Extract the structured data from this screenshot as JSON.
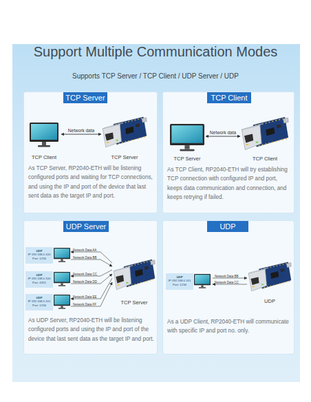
{
  "diagram": {
    "title": "Support Multiple Communication Modes",
    "nodes": [
      {
        "text": [
          "TCP Server",
          "As TCP Server, RP2040-ETH will be listening configured ports and waiting for TCP connections, and using the IP and port of the device that last sent data as the target IP and port."
        ]
      },
      {
        "text": [
          "TCP Client"
        ],
        "in": 0
      },
      {
        "text": [
          "TCP Server"
        ],
        "in": 0
      },
      {
        "text": [
          "TCP Client",
          "As TCP Client, RP2040-ETH will try establishing TCP connection with configured IP and port, keeps data communication and connection, and keeps retrying if failed."
        ]
      },
      {
        "text": [
          "TCP Server"
        ],
        "in": 3
      },
      {
        "text": [
          "TCP Client"
        ],
        "in": 3
      },
      {
        "text": [
          "UDP Server",
          "As UDP Server, RP2040-ETH will be listening configured ports and using the IP and port of the device that last sent data as the target IP and port."
        ]
      },
      {
        "text": [
          "UDP",
          "IP:192.168.0.100",
          "Port: 1234"
        ],
        "in": 6
      },
      {
        "text": [
          "UDP",
          "IP:192.168.0.100",
          "Port: 4321"
        ],
        "in": 6
      },
      {
        "text": [
          "UDP",
          "IP:192.168.0.101",
          "Port: 1234"
        ],
        "in": 6
      },
      {
        "text": [
          "TCP Server"
        ],
        "in": 6
      },
      {
        "text": [
          "UDP",
          "As a UDP Client, RP2040-ETH will communicate with specific IP and port no. only."
        ]
      },
      {
        "text": [
          "UDP",
          "IP:192.168.0.101",
          "Port: 1234"
        ],
        "in": 11
      },
      {
        "text": [
          "UDP"
        ],
        "in": 11
      }
    ],
    "edges": [
      {
        "from": 1,
        "to": 2,
        "label": "Network data",
        "arrow": "both"
      },
      {
        "from": 4,
        "to": 5,
        "label": "Network data",
        "arrow": "both"
      },
      {
        "from": 10,
        "to": 7,
        "label": "Network Data AA",
        "arrow": "to"
      },
      {
        "from": 7,
        "to": 10,
        "label": "Network Data BB",
        "arrow": "to"
      },
      {
        "from": 10,
        "to": 8,
        "label": "Network Data CC",
        "arrow": "to"
      },
      {
        "from": 8,
        "to": 10,
        "label": "Network Data DD",
        "arrow": "to"
      },
      {
        "from": 10,
        "to": 9,
        "label": "Network Data EE",
        "arrow": "to"
      },
      {
        "from": 9,
        "to": 10,
        "label": "Network Data FF",
        "arrow": "to"
      },
      {
        "from": 12,
        "to": 13,
        "label": "Network Data BB",
        "arrow": "to"
      },
      {
        "from": 13,
        "to": 12,
        "label": "Network Data CC",
        "arrow": "to"
      }
    ],
    "labels": [
      "Supports TCP Server / TCP Client / UDP Server / UDP"
    ]
  }
}
